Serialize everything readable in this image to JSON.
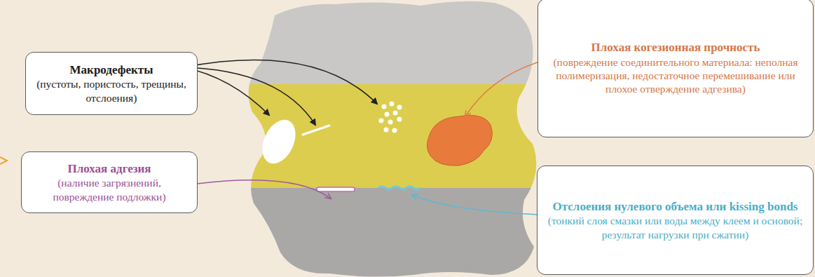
{
  "diagram": {
    "nodes": [
      {
        "text": [
          "Макродефекты",
          "(пустоты, пористость, трещины, отслоения)"
        ]
      },
      {
        "text": [
          "Плохая адгезия",
          "(наличие загрязнений, повреждение подложки)"
        ]
      },
      {
        "text": [
          "Плохая когезионная прочность",
          "(повреждение соединительного материала: неполная полимеризация, недостаточное перемешивание или плохое отверждение адгезива)"
        ]
      },
      {
        "text": [
          "Отслоения нулевого объема или kissing bonds",
          "(тонкий слоя смазки или воды между клеем и основой; результат нагрузки при сжатии)"
        ]
      }
    ]
  }
}
